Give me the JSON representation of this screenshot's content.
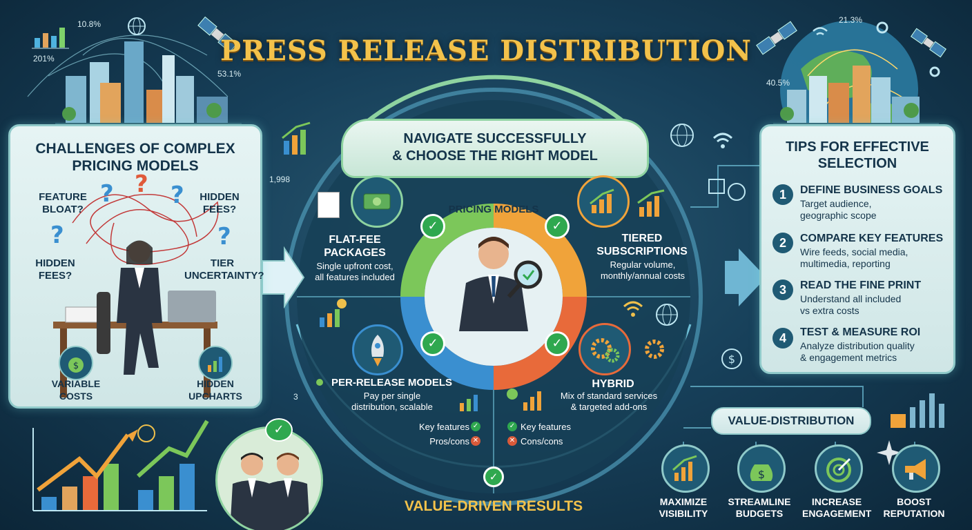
{
  "title": "PRESS RELEASE DISTRIBUTION",
  "stats": {
    "tl1": "10.8%",
    "tl2": "201%",
    "tl3": "53.1%",
    "tr1": "21.3%",
    "tr2": "40.5%",
    "mid": "1,998",
    "small3": "3"
  },
  "challenges": {
    "title_line1": "CHALLENGES OF COMPLEX",
    "title_line2": "PRICING MODELS",
    "feature_bloat_1": "FEATURE",
    "feature_bloat_2": "BLOAT?",
    "hidden_fees_tr_1": "HIDDEN",
    "hidden_fees_tr_2": "FEES?",
    "hidden_fees_l_1": "HIDDEN",
    "hidden_fees_l_2": "FEES?",
    "tier_1": "TIER",
    "tier_2": "UNCERTAINTY?",
    "variable_1": "VARIABLE",
    "variable_2": "COSTS",
    "upcharts_1": "HIDDEN",
    "upcharts_2": "UPCHARTS"
  },
  "navigate": {
    "line1": "NAVIGATE SUCCESSFULLY",
    "line2": "& CHOOSE THE RIGHT MODEL"
  },
  "hub": {
    "label": "PRICING MODELS"
  },
  "models": {
    "flat_title_1": "FLAT-FEE",
    "flat_title_2": "PACKAGES",
    "flat_desc_1": "Single upfront cost,",
    "flat_desc_2": "all features included",
    "tiered_title_1": "TIERED",
    "tiered_title_2": "SUBSCRIPTIONS",
    "tiered_desc_1": "Regular volume,",
    "tiered_desc_2": "monthly/annual costs",
    "per_title": "PER-RELEASE MODELS",
    "per_desc_1": "Pay per single",
    "per_desc_2": "distribution, scalable",
    "per_key": "Key features",
    "per_pros": "Pros/cons",
    "hybrid_title": "HYBRID",
    "hybrid_desc_1": "Mix of standard services",
    "hybrid_desc_2": "& targeted add-ons",
    "hybrid_key": "Key features",
    "hybrid_cons": "Cons/cons"
  },
  "results": "VALUE-DRIVEN RESULTS",
  "tips": {
    "title_1": "TIPS FOR EFFECTIVE",
    "title_2": "SELECTION",
    "items": [
      {
        "num": "1",
        "title": "DEFINE BUSINESS GOALS",
        "sub1": "Target audience,",
        "sub2": "geographic scope"
      },
      {
        "num": "2",
        "title": "COMPARE KEY FEATURES",
        "sub1": "Wire feeds, social media,",
        "sub2": "multimedia, reporting"
      },
      {
        "num": "3",
        "title": "READ THE FINE PRINT",
        "sub1": "Understand all included",
        "sub2": "vs extra costs"
      },
      {
        "num": "4",
        "title": "TEST & MEASURE ROI",
        "sub1": "Analyze distribution quality",
        "sub2": "& engagement metrics"
      }
    ]
  },
  "value_distribution": "VALUE-DISTRIBUTION",
  "benefits": [
    {
      "l1": "MAXIMIZE",
      "l2": "VISIBILITY",
      "icon": "chart-icon"
    },
    {
      "l1": "STREAMLINE",
      "l2": "BUDGETS",
      "icon": "money-bag-icon"
    },
    {
      "l1": "INCREASE",
      "l2": "ENGAGEMENT",
      "icon": "target-icon"
    },
    {
      "l1": "BOOST",
      "l2": "REPUTATION",
      "icon": "megaphone-icon"
    }
  ],
  "colors": {
    "gold": "#f3c24b",
    "teal": "#8fc9c9",
    "green": "#2fa84f",
    "navy": "#14344a"
  }
}
